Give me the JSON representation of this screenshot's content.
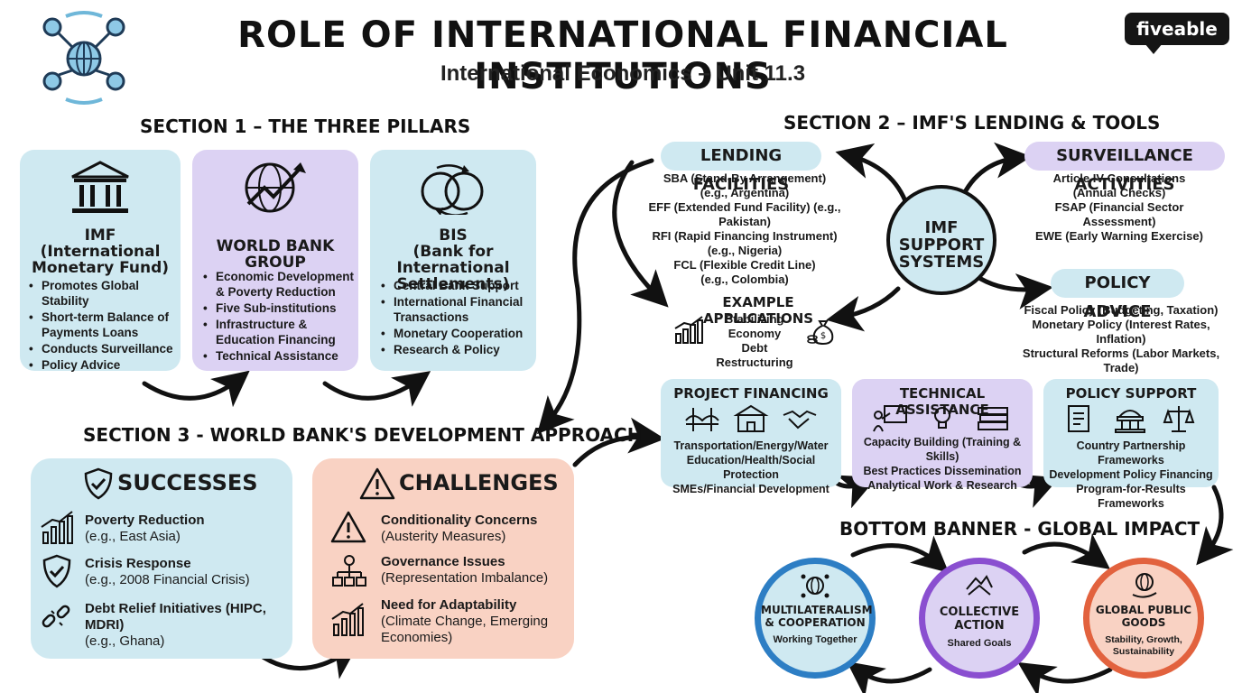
{
  "header": {
    "title": "ROLE OF INTERNATIONAL FINANCIAL INSTITUTIONS",
    "subtitle": "International Economics – Unit 11.3",
    "logo": "fiveable"
  },
  "section1": {
    "heading": "SECTION 1 – THE THREE PILLARS",
    "imf": {
      "title": [
        "IMF",
        "(International",
        "Monetary Fund)"
      ],
      "items": [
        "Promotes Global Stability",
        "Short-term Balance of Payments Loans",
        "Conducts Surveillance",
        "Policy Advice"
      ]
    },
    "wbg": {
      "title": "WORLD BANK GROUP",
      "items": [
        "Economic Development & Poverty Reduction",
        "Five Sub-institutions",
        "Infrastructure & Education Financing",
        "Technical Assistance"
      ]
    },
    "bis": {
      "title": [
        "BIS",
        "(Bank for International",
        "Settlements)"
      ],
      "items": [
        "Central Bank Support",
        "International Financial Transactions",
        "Monetary Cooperation",
        "Research & Policy"
      ]
    }
  },
  "section2": {
    "heading": "SECTION 2 – IMF'S LENDING & TOOLS",
    "lending": {
      "title": "LENDING FACILITIES",
      "lines": [
        "SBA (Stand-By Arrangement)",
        "(e.g., Argentina)",
        "EFF (Extended Fund Facility) (e.g., Pakistan)",
        "RFI (Rapid Financing Instrument)",
        "(e.g., Nigeria)",
        "FCL (Flexible Credit Line)",
        "(e.g., Colombia)"
      ]
    },
    "hub": [
      "IMF",
      "SUPPORT",
      "SYSTEMS"
    ],
    "surveillance": {
      "title": "SURVEILLANCE ACTIVITIES",
      "lines": [
        "Article IV Consultations",
        "(Annual Checks)",
        "FSAP (Financial Sector",
        "Assessment)",
        "EWE (Early Warning Exercise)"
      ]
    },
    "examples": {
      "title": "EXAMPLE APPLICATIONS",
      "lines": [
        "Stabilizing Economy",
        "Debt Restructuring"
      ]
    },
    "policy": {
      "title": "POLICY ADVICE",
      "lines": [
        "Fiscal Policy (Budgeting, Taxation)",
        "Monetary Policy (Interest Rates, Inflation)",
        "Structural Reforms (Labor Markets, Trade)"
      ]
    }
  },
  "section3": {
    "heading": "SECTION 3 - WORLD BANK'S DEVELOPMENT APPROACH",
    "successes": {
      "title": "SUCCESSES",
      "items": [
        {
          "t": "Poverty Reduction",
          "s": "(e.g., East Asia)"
        },
        {
          "t": "Crisis Response",
          "s": "(e.g., 2008 Financial Crisis)"
        },
        {
          "t": "Debt Relief Initiatives (HIPC, MDRI)",
          "s": "(e.g., Ghana)"
        }
      ]
    },
    "challenges": {
      "title": "CHALLENGES",
      "items": [
        {
          "t": "Conditionality Concerns",
          "s": "(Austerity Measures)"
        },
        {
          "t": "Governance Issues",
          "s": "(Representation Imbalance)"
        },
        {
          "t": "Need for Adaptability",
          "s": "(Climate Change, Emerging Economies)"
        }
      ]
    },
    "project": {
      "title": "PROJECT FINANCING",
      "lines": [
        "Transportation/Energy/Water",
        "Education/Health/Social Protection",
        "SMEs/Financial Development"
      ]
    },
    "technical": {
      "title": "TECHNICAL ASSISTANCE",
      "lines": [
        "Capacity Building (Training & Skills)",
        "Best Practices Dissemination",
        "Analytical Work & Research"
      ]
    },
    "policy_support": {
      "title": "POLICY SUPPORT",
      "lines": [
        "Country Partnership Frameworks",
        "Development Policy Financing",
        "Program-for-Results Frameworks"
      ]
    }
  },
  "banner": {
    "heading": "BOTTOM BANNER - GLOBAL IMPACT",
    "circles": [
      {
        "title": [
          "MULTILATERALISM",
          "& COOPERATION"
        ],
        "sub": "Working Together",
        "color": "#2d7ec4"
      },
      {
        "title": [
          "COLLECTIVE",
          "ACTION"
        ],
        "sub": "Shared Goals",
        "color": "#8a4fd0"
      },
      {
        "title": [
          "GLOBAL PUBLIC",
          "GOODS"
        ],
        "sub": "Stability, Growth, Sustainability",
        "color": "#e2623e"
      }
    ]
  },
  "colors": {
    "blue": "#cfe9f1",
    "purple": "#dcd2f3",
    "salmon": "#f9d2c3",
    "ink": "#111111"
  }
}
